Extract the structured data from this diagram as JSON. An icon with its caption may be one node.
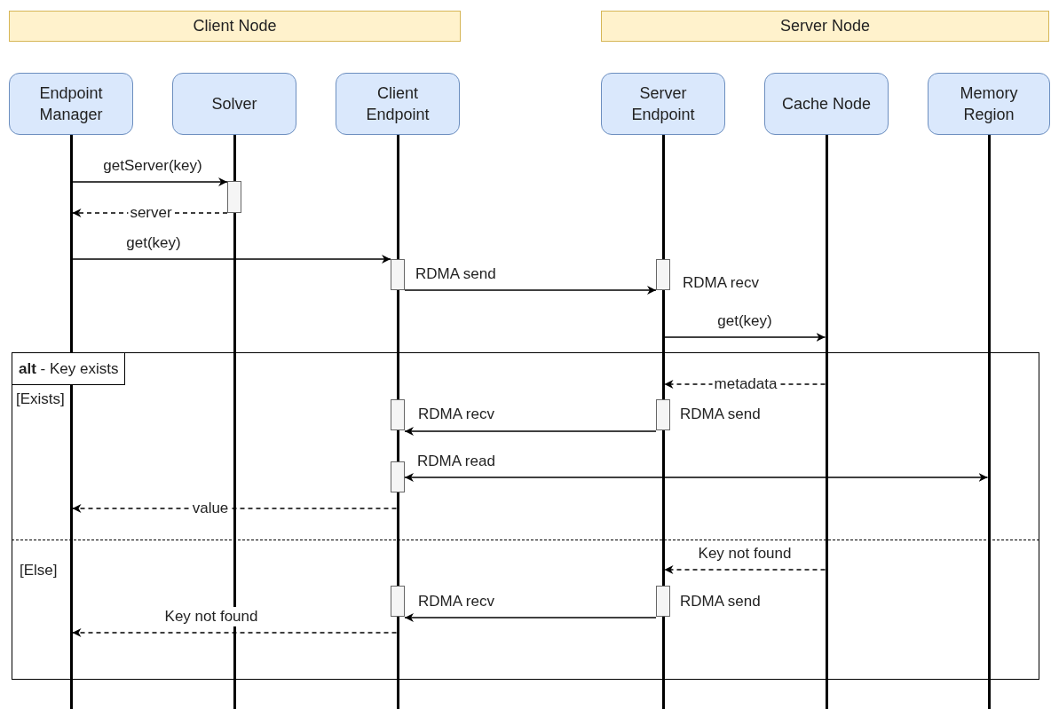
{
  "diagram": {
    "nodes": [
      {
        "text": [
          "Client Node"
        ]
      },
      {
        "text": [
          "Server Node"
        ]
      },
      {
        "text": [
          "Endpoint Manager"
        ]
      },
      {
        "text": [
          "Solver"
        ]
      },
      {
        "text": [
          "Client Endpoint"
        ]
      },
      {
        "text": [
          "Server Endpoint"
        ]
      },
      {
        "text": [
          "Cache Node"
        ]
      },
      {
        "text": [
          "Memory Region"
        ]
      },
      {
        "text": [],
        "shape": "line"
      },
      {
        "text": [],
        "shape": "line"
      },
      {
        "text": [],
        "shape": "line"
      },
      {
        "text": [],
        "shape": "line"
      },
      {
        "text": [],
        "shape": "line"
      },
      {
        "text": [],
        "shape": "line"
      },
      {
        "text": [],
        "shape": "box"
      },
      {
        "text": [],
        "shape": "box"
      },
      {
        "text": [],
        "shape": "box"
      },
      {
        "text": [],
        "shape": "box"
      },
      {
        "text": [],
        "shape": "box"
      },
      {
        "text": [],
        "shape": "box"
      },
      {
        "text": [],
        "shape": "box"
      },
      {
        "text": [],
        "shape": "box"
      }
    ],
    "edges": [
      {
        "from": 8,
        "to": 14,
        "arrow": "to",
        "label": "getServer(key)"
      },
      {
        "from": 14,
        "to": 8,
        "arrow": "to",
        "label": "server",
        "style": "dashed"
      },
      {
        "from": 8,
        "to": 15,
        "arrow": "to",
        "label": "get(key)"
      },
      {
        "from": 15,
        "to": 16,
        "arrow": "to"
      },
      {
        "from": 11,
        "to": 12,
        "arrow": "to",
        "label": "get(key)"
      },
      {
        "from": 12,
        "to": 11,
        "arrow": "to",
        "label": "metadata",
        "style": "dashed"
      },
      {
        "from": 18,
        "to": 17,
        "arrow": "to"
      },
      {
        "from": 19,
        "to": 13,
        "arrow": "both",
        "label": "RDMA read"
      },
      {
        "from": 10,
        "to": 8,
        "arrow": "to",
        "label": "value",
        "style": "dashed"
      },
      {
        "from": 12,
        "to": 11,
        "arrow": "to",
        "label": "Key not found",
        "style": "dashed"
      },
      {
        "from": 21,
        "to": 20,
        "arrow": "to"
      },
      {
        "from": 10,
        "to": 8,
        "arrow": "to",
        "label": "Key not found",
        "style": "dashed"
      }
    ],
    "labels": [
      "RDMA send",
      "RDMA recv",
      "**alt** - Key exists",
      "[Exists]",
      "RDMA recv",
      "RDMA send",
      "[Else]",
      "RDMA recv",
      "RDMA send"
    ]
  }
}
